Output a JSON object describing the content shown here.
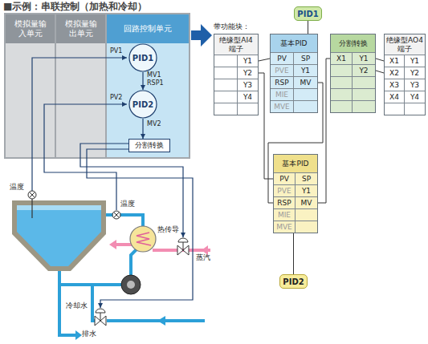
{
  "diagram": {
    "title": "■示例：串联控制（加热和冷却）",
    "nodes": [
      {
        "text": [
          "模拟量输入单元"
        ]
      },
      {
        "text": [
          "模拟量输出单元"
        ]
      },
      {
        "text": [
          "回路控制单元"
        ]
      },
      {
        "text": [
          "PID1"
        ],
        "in": 2
      },
      {
        "text": [
          "PID2"
        ],
        "in": 2
      },
      {
        "text": [
          "分割转换"
        ],
        "in": 2
      },
      {
        "text": [
          "绝缘型AI4端子",
          "Y1",
          "Y2",
          "Y3",
          "Y4"
        ]
      },
      {
        "text": [
          "PID1"
        ]
      },
      {
        "text": [
          "基本PID",
          "PV",
          "SP",
          "PVE",
          "Y1",
          "RSP",
          "MV",
          "MIE",
          "MVE"
        ]
      },
      {
        "text": [
          "分割转换",
          "X1",
          "Y1",
          "Y2"
        ]
      },
      {
        "text": [
          "绝缘型AO4端子",
          "X1",
          "Y1",
          "X2",
          "Y2",
          "X3",
          "Y3",
          "X4",
          "Y4"
        ]
      },
      {
        "text": [
          "基本PID",
          "PV",
          "SP",
          "PVE",
          "Y1",
          "RSP",
          "MV",
          "MIE",
          "MVE"
        ]
      },
      {
        "text": [
          "PID2"
        ]
      }
    ],
    "edges": [
      {
        "from": 3,
        "to": 4,
        "arrow": "to"
      },
      {
        "from": 4,
        "to": 5,
        "arrow": "to"
      },
      {
        "from": 6,
        "to": 8,
        "arrow": "none"
      },
      {
        "from": 6,
        "to": 11,
        "arrow": "none"
      },
      {
        "from": 8,
        "to": 11,
        "arrow": "none"
      },
      {
        "from": 11,
        "to": 9,
        "arrow": "none"
      },
      {
        "from": 9,
        "to": 10,
        "arrow": "none"
      },
      {
        "from": 9,
        "to": 10,
        "arrow": "none"
      },
      {
        "from": 7,
        "to": 8,
        "arrow": "none"
      },
      {
        "from": 12,
        "to": 11,
        "arrow": "none"
      }
    ],
    "labels": [
      "带功能块：",
      "PV1",
      "MV1",
      "RSP1",
      "PV2",
      "MV2",
      "温度",
      "温度",
      "热传导",
      "蒸汽",
      "冷却水",
      "排水"
    ]
  }
}
